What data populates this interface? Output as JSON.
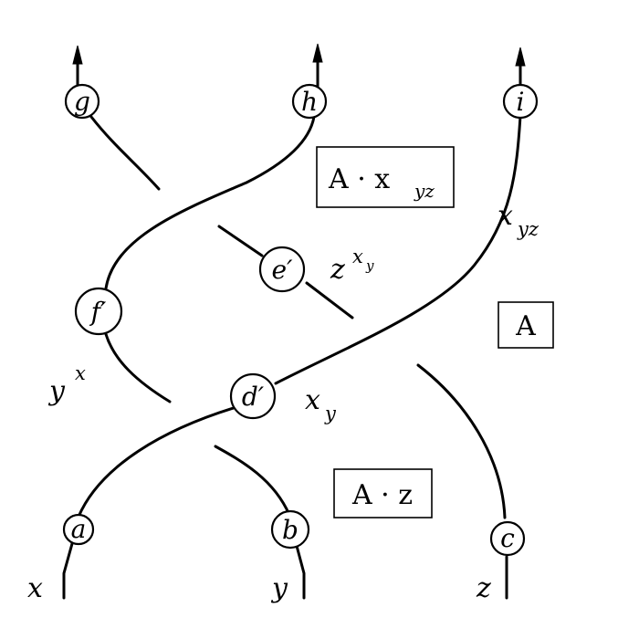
{
  "diagram": {
    "nodes": {
      "g": "g",
      "h": "h",
      "i": "i",
      "f": "f′",
      "e": "e′",
      "d": "d′",
      "a": "a",
      "b": "b",
      "c": "c"
    },
    "labels": {
      "x_base": "x",
      "y_base": "y",
      "z_base": "z",
      "y_sup_base": "y",
      "y_sup_exp": "x",
      "x_sub_base": "x",
      "x_sub_sub": "y",
      "z_sup_base": "z",
      "z_sup_exp_base": "x",
      "z_sup_exp_sub": "y",
      "xyz_base": "x",
      "xyz_sub": "yz"
    },
    "boxes": {
      "top_main": "A · x",
      "top_sub": "yz",
      "mid": "A",
      "bot": "A · z"
    }
  }
}
